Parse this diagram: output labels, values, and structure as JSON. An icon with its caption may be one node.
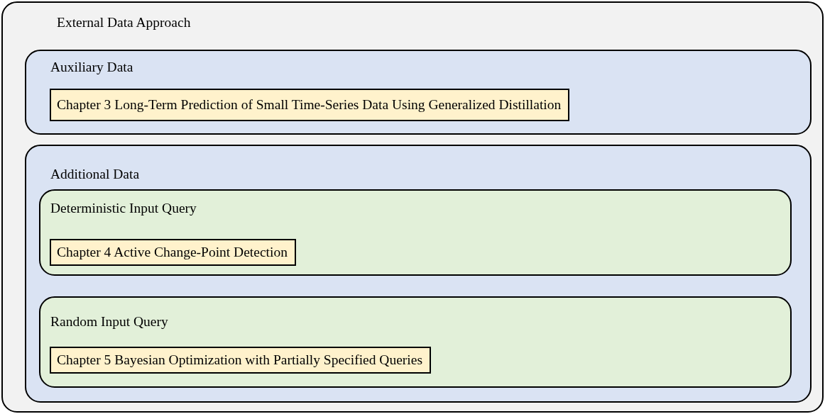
{
  "diagram": {
    "nodes": [
      {
        "text": [
          "External Data Approach"
        ]
      },
      {
        "text": [
          "Auxiliary Data"
        ],
        "in": 0
      },
      {
        "text": [
          "Chapter 3 Long-Term Prediction of Small Time-Series Data Using Generalized Distillation"
        ],
        "in": 1
      },
      {
        "text": [
          "Additional Data"
        ],
        "in": 0
      },
      {
        "text": [
          "Deterministic Input Query"
        ],
        "in": 3
      },
      {
        "text": [
          "Chapter 4 Active Change-Point Detection"
        ],
        "in": 4
      },
      {
        "text": [
          "Random Input Query"
        ],
        "in": 3
      },
      {
        "text": [
          "Chapter 5 Bayesian Optimization with Partially Specified Queries"
        ],
        "in": 6
      }
    ]
  }
}
